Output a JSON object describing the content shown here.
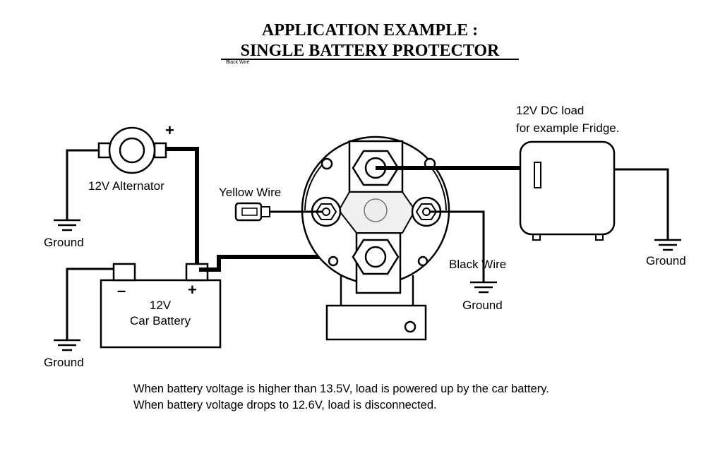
{
  "title": {
    "line1": "APPLICATION EXAMPLE :",
    "line2": "SINGLE BATTERY PROTECTOR",
    "stray_label": "Black Wire"
  },
  "labels": {
    "alternator": "12V Alternator",
    "ground": "Ground",
    "battery_voltage": "12V",
    "battery_name": "Car Battery",
    "plus": "+",
    "minus": "–",
    "yellow_wire": "Yellow Wire",
    "black_wire": "Black Wire",
    "load_line1": "12V DC load",
    "load_line2": "for example Fridge."
  },
  "notes": [
    "When battery voltage is higher than 13.5V, load is powered up by the car battery.",
    "When battery voltage drops to 12.6V, load is disconnected."
  ]
}
